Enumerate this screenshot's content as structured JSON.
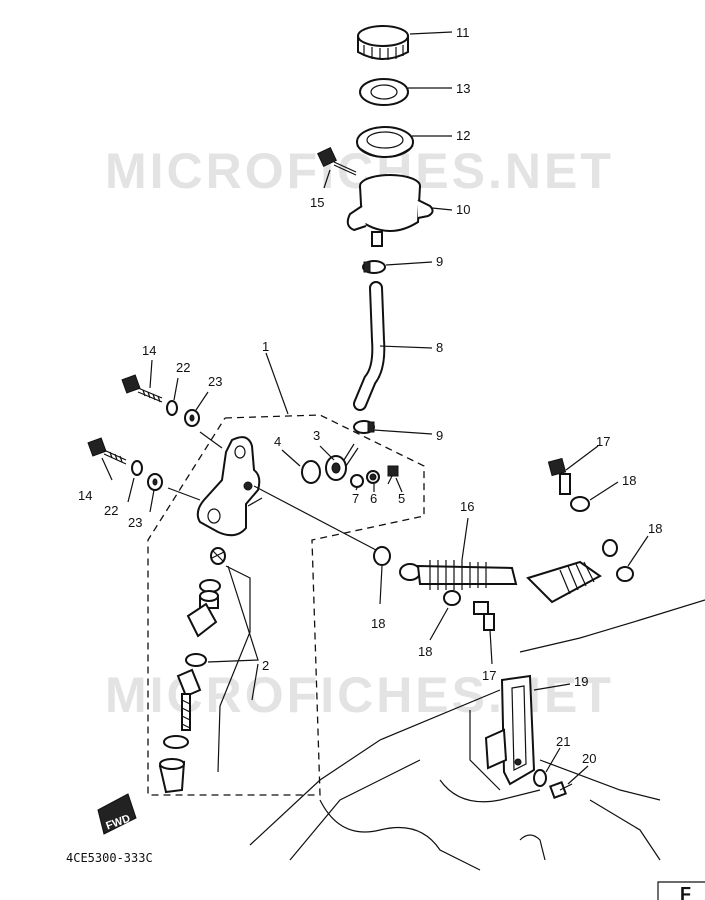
{
  "watermark": "MICROFICHES.NET",
  "reference_code": "4CE5300-333C",
  "front_marker": "F",
  "stamp_text": "FWD",
  "callouts": {
    "c1": "1",
    "c2": "2",
    "c3": "3",
    "c4": "4",
    "c5": "5",
    "c6": "6",
    "c7": "7",
    "c8": "8",
    "c9a": "9",
    "c9b": "9",
    "c10": "10",
    "c11": "11",
    "c12": "12",
    "c13": "13",
    "c14a": "14",
    "c14b": "14",
    "c15": "15",
    "c16": "16",
    "c17a": "17",
    "c17b": "17",
    "c18a": "18",
    "c18b": "18",
    "c18c": "18",
    "c18d": "18",
    "c19": "19",
    "c20": "20",
    "c21": "21",
    "c22a": "22",
    "c22b": "22",
    "c23a": "23",
    "c23b": "23"
  }
}
